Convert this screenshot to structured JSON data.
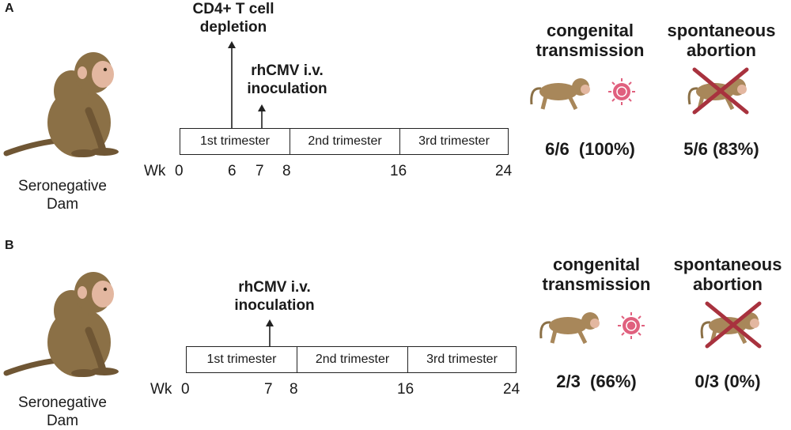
{
  "panels": [
    {
      "letter": "A",
      "dam_label": "Seronegative Dam",
      "events": [
        {
          "label": "CD4+ T cell depletion",
          "week": 6
        },
        {
          "label": "rhCMV i.v. inoculation",
          "week": 7
        }
      ],
      "trimesters": [
        "1st trimester",
        "2nd trimester",
        "3rd trimester"
      ],
      "week_prefix": "Wk",
      "week_ticks": [
        "0",
        "6",
        "7",
        "8",
        "16",
        "24"
      ],
      "outcomes": [
        {
          "title": "congenital transmission",
          "value": "6/6  (100%)",
          "icon": "infant-monkey-with-virus-icon"
        },
        {
          "title": "spontaneous abortion",
          "value": "5/6 (83%)",
          "icon": "crossed-out-infant-monkey-icon"
        }
      ]
    },
    {
      "letter": "B",
      "dam_label": "Seronegative Dam",
      "events": [
        {
          "label": "rhCMV i.v. inoculation",
          "week": 7
        }
      ],
      "trimesters": [
        "1st trimester",
        "2nd trimester",
        "3rd trimester"
      ],
      "week_prefix": "Wk",
      "week_ticks": [
        "0",
        "7",
        "8",
        "16",
        "24"
      ],
      "outcomes": [
        {
          "title": "congenital transmission",
          "value": "2/3  (66%)",
          "icon": "infant-monkey-with-virus-icon"
        },
        {
          "title": "spontaneous abortion",
          "value": "0/3 (0%)",
          "icon": "crossed-out-infant-monkey-icon"
        }
      ]
    }
  ],
  "colors": {
    "monkey_fur": "#8b7046",
    "monkey_face": "#e3b7a0",
    "virus": "#e0607e",
    "cross": "#a8323e",
    "line": "#222222"
  }
}
